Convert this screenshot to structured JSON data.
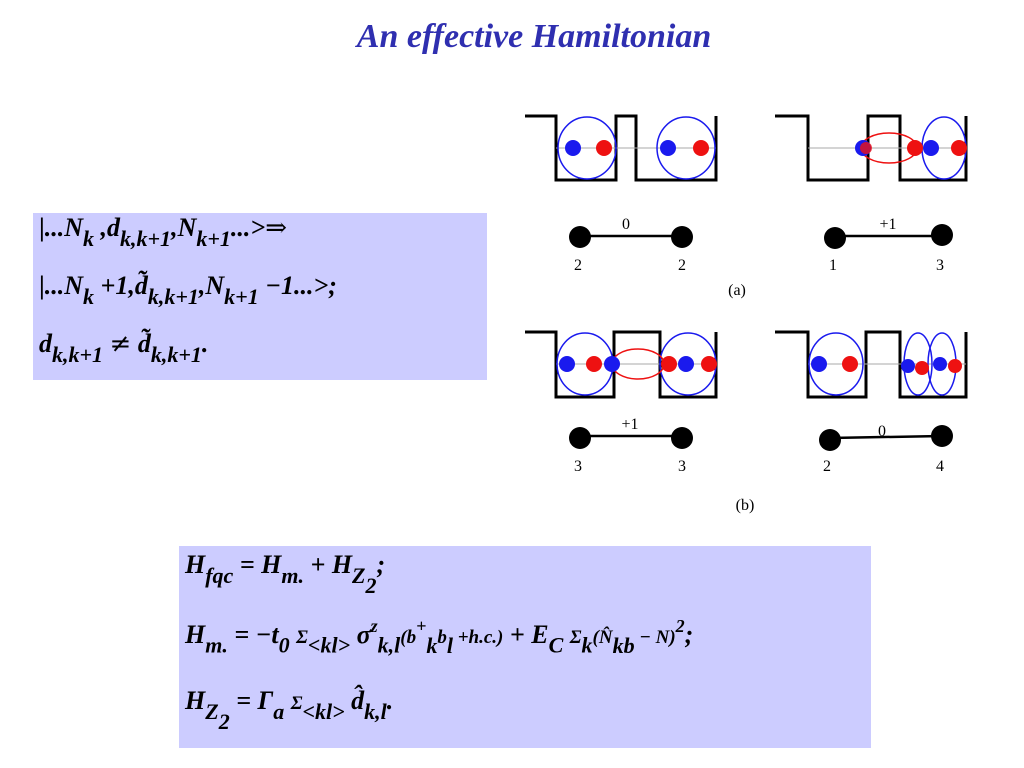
{
  "slide": {
    "title": "An effective Hamiltonian"
  },
  "diagram": {
    "caption_a": "(a)",
    "caption_b": "(b)",
    "panels": [
      {
        "bond_label": "0",
        "left_site": "2",
        "right_site": "2"
      },
      {
        "bond_label": "+1",
        "left_site": "1",
        "right_site": "3"
      },
      {
        "bond_label": "+1",
        "left_site": "3",
        "right_site": "3"
      },
      {
        "bond_label": "0",
        "left_site": "2",
        "right_site": "4"
      }
    ],
    "colors": {
      "blue": "#1a1aee",
      "red": "#ee1111",
      "highlight": "#ccccff",
      "title": "#2f2fb0"
    }
  },
  "equations_top": {
    "line1": "|...N_k, d_{k,k+1}, N_{k+1}...> ⇒",
    "line2": "|...N_k + 1, d̃_{k,k+1}, N_{k+1} − 1...>;",
    "line3": "d_{k,k+1} ≠ d̃_{k,k+1}."
  },
  "equations_bottom": {
    "line1": "H_fqc = H_m. + H_Z2;",
    "line2": "H_m. = −t_0 Σ_<kl> σ^z_{k,l} (b^+_k b_l + h.c.) + E_C Σ_k (N̂_kb − N)^2;",
    "line3": "H_Z2 = Γ_a Σ_<kl> d̂_{k,l}."
  }
}
